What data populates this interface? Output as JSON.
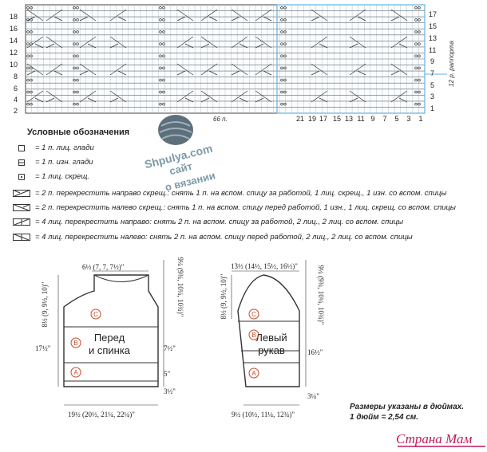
{
  "chart": {
    "left_row_labels": [
      "18",
      "16",
      "14",
      "12",
      "10",
      "8",
      "6",
      "4",
      "2"
    ],
    "right_row_labels": [
      "17",
      "15",
      "13",
      "11",
      "9",
      "7",
      "5",
      "3",
      "1"
    ],
    "repeat_label": "12 р. раппорта",
    "stitch_count": "66 п.",
    "bottom_numbers": [
      "21",
      "19",
      "17",
      "15",
      "13",
      "11",
      "9",
      "7",
      "5",
      "3",
      "1"
    ]
  },
  "legend": {
    "title": "Условные обозначения",
    "items": [
      {
        "icon": "empty-square-icon",
        "text": "= 1 п. лиц. глади"
      },
      {
        "icon": "dash-square-icon",
        "text": "= 1 п. изн. глади"
      },
      {
        "icon": "twist-square-icon",
        "text": "= 1 лиц. скрещ."
      },
      {
        "icon": "cross-right-icon",
        "text": "= 2 п. перекрестить направо скрещ.: снять 1 п. на вспом. спицу за работой, 1 лиц. скрещ., 1 изн. со вспом. спицы"
      },
      {
        "icon": "cross-left-icon",
        "text": "= 2 п. перекрестить налево скрещ.: снять 1 п. на вспом. спицу перед работой, 1 изн., 1 лиц. скрещ. со вспом. спицы"
      },
      {
        "icon": "cable-right-icon",
        "text": "= 4 лиц. перекрестить направо: снять 2 п. на вспом. спицу за работой, 2 лиц., 2 лиц. со вспом. спицы"
      },
      {
        "icon": "cable-left-icon",
        "text": "= 4 лиц. перекрестить налево: снять 2 п. на вспом. спицу перед работой, 2 лиц., 2 лиц. со вспом. спицы"
      }
    ]
  },
  "watermark": {
    "site": "Shpulya.com",
    "line1": "сайт",
    "line2": "о вязании"
  },
  "front": {
    "label_line1": "Перед",
    "label_line2": "и спинка",
    "top_width": "6½ (7, 7, 7½)\"",
    "left_upper": "8½ (9, 9½, 10)\"",
    "left_lower": "17½\"",
    "right_1": "9¼ (9¾, 10¼, 10¾)\"",
    "right_2": "7½\"",
    "right_3": "5\"",
    "right_4": "3½\"",
    "bottom_width": "19½ (20½, 21¼, 22¼)\"",
    "zone_a": "A",
    "zone_b": "B",
    "zone_c": "C"
  },
  "sleeve": {
    "label_line1": "Левый",
    "label_line2": "рукав",
    "top_width": "13½ (14½, 15½, 16½)\"",
    "left_upper": "8½ (9, 9½, 10)\"",
    "right_1": "9¼ (9¾, 10¼, 10¾)\"",
    "right_2": "16½\"",
    "right_3": "3¼\"",
    "bottom_width": "9½ (10½, 11¼, 12¾)\"",
    "zone_a": "A",
    "zone_b": "B",
    "zone_c": "C"
  },
  "footnote": {
    "line1": "Размеры указаны в дюймах.",
    "line2": "1 дюйм = 2,54 см."
  },
  "brand": "Страна Мам"
}
